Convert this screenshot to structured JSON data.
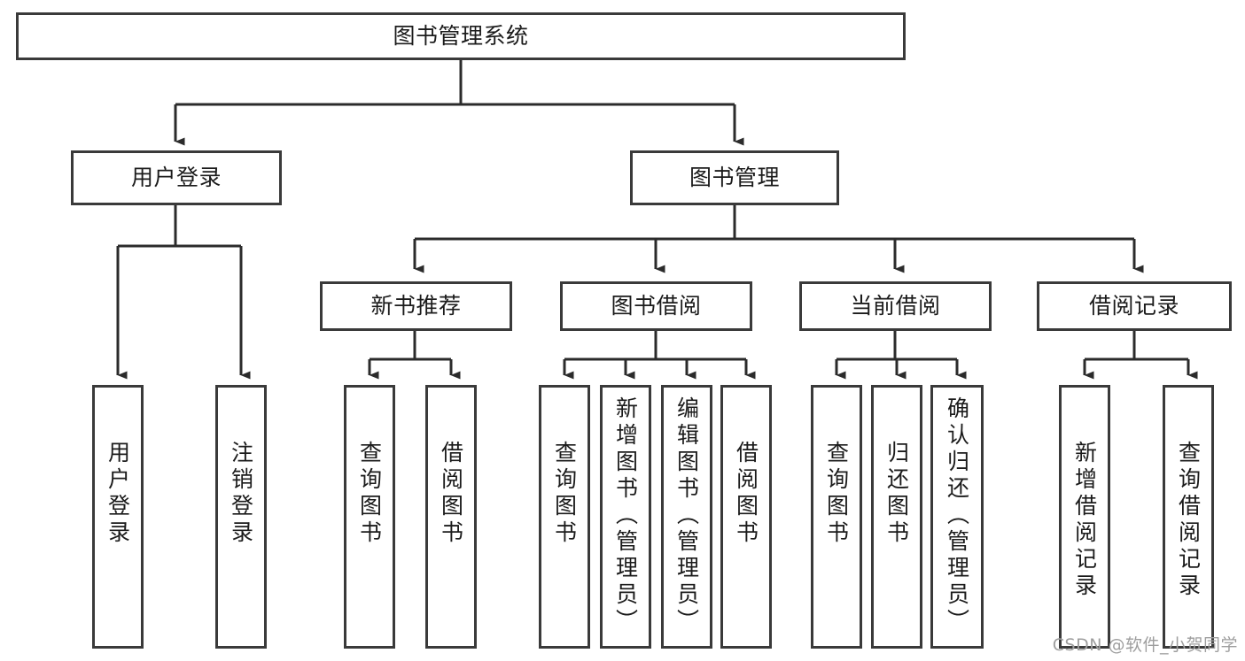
{
  "diagram": {
    "title": "图书管理系统",
    "watermark": "CSDN @软件_小贺同学",
    "colors": {
      "stroke": "#3a3a3a",
      "fill": "#ffffff",
      "text": "#1b1b1b",
      "watermark": "#9e9e9e"
    },
    "root": {
      "label": "图书管理系统"
    },
    "level2": [
      {
        "label": "用户登录"
      },
      {
        "label": "图书管理"
      }
    ],
    "level3": [
      {
        "label": "新书推荐"
      },
      {
        "label": "图书借阅"
      },
      {
        "label": "当前借阅"
      },
      {
        "label": "借阅记录"
      }
    ],
    "leaves": {
      "user_login": [
        {
          "label": "用户登录"
        },
        {
          "label": "注销登录"
        }
      ],
      "new_book_recommend": [
        {
          "label": "查询图书"
        },
        {
          "label": "借阅图书"
        }
      ],
      "book_borrow": [
        {
          "label": "查询图书"
        },
        {
          "label": "新增图书（管理员）"
        },
        {
          "label": "编辑图书（管理员）"
        },
        {
          "label": "借阅图书"
        }
      ],
      "current_borrow": [
        {
          "label": "查询图书"
        },
        {
          "label": "归还图书"
        },
        {
          "label": "确认归还（管理员）"
        }
      ],
      "borrow_record": [
        {
          "label": "新增借阅记录"
        },
        {
          "label": "查询借阅记录"
        }
      ]
    }
  }
}
